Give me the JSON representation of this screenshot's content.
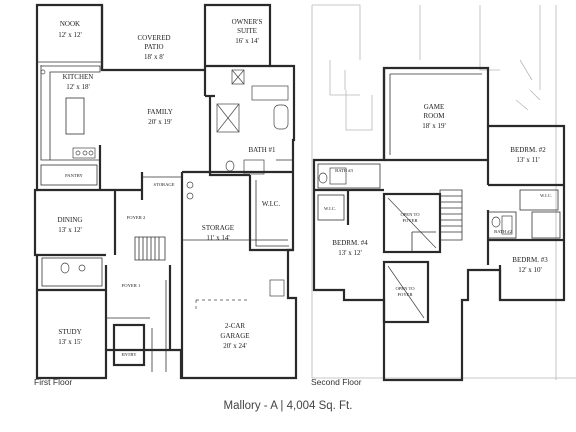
{
  "caption": "Mallory - A | 4,004 Sq. Ft.",
  "floors": {
    "first": "First Floor",
    "second": "Second Floor"
  },
  "rooms": {
    "nook": {
      "name": "NOOK",
      "size": "12' x 12'"
    },
    "patio": {
      "name": "COVERED",
      "name2": "PATIO",
      "size": "18' x 8'"
    },
    "owners_suite": {
      "name": "OWNER'S",
      "name2": "SUITE",
      "size": "16' x 14'"
    },
    "kitchen": {
      "name": "KITCHEN",
      "size": "12' x 18'"
    },
    "family": {
      "name": "FAMILY",
      "size": "20' x 19'"
    },
    "bath1": {
      "name": "BATH #1"
    },
    "pantry": {
      "name": "PANTRY"
    },
    "storage_small": {
      "name": "STORAGE"
    },
    "wic1": {
      "name": "W.I.C."
    },
    "dining": {
      "name": "DINING",
      "size": "13' x 12'"
    },
    "foyer2": {
      "name": "FOYER 2"
    },
    "storage": {
      "name": "STORAGE",
      "size": "11' x 14'"
    },
    "foyer1": {
      "name": "FOYER 1"
    },
    "study": {
      "name": "STUDY",
      "size": "13' x 15'"
    },
    "garage": {
      "name": "2-CAR",
      "name2": "GARAGE",
      "size": "20' x 24'"
    },
    "entry": {
      "name": "ENTRY"
    },
    "game_room": {
      "name": "GAME",
      "name2": "ROOM",
      "size": "18' x 19'"
    },
    "bath3": {
      "name": "BATH #3"
    },
    "bedrm2": {
      "name": "BEDRM. #2",
      "size": "13' x 11'"
    },
    "wic_left": {
      "name": "W.I.C."
    },
    "open_foyer": {
      "name": "OPEN TO",
      "name2": "FOYER"
    },
    "wic_right": {
      "name": "W.I.C."
    },
    "bedrm4": {
      "name": "BEDRM. #4",
      "size": "13' x 12'"
    },
    "bath2": {
      "name": "BATH #2"
    },
    "bedrm3": {
      "name": "BEDRM. #3",
      "size": "12' x 10'"
    },
    "open_foyer2": {
      "name": "OPEN TO",
      "name2": "FOYER"
    }
  }
}
